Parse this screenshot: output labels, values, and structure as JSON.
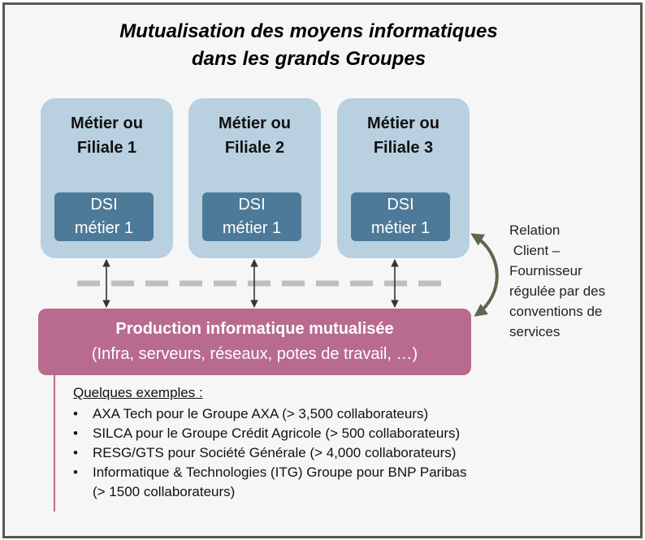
{
  "title": {
    "line1": "Mutualisation  des moyens informatiques",
    "line2": "dans les grands Groupes"
  },
  "cards": [
    {
      "title_line1": "Métier ou",
      "title_line2": "Filiale 1",
      "dsi_line1": "DSI",
      "dsi_line2": "métier 1"
    },
    {
      "title_line1": "Métier ou",
      "title_line2": "Filiale 2",
      "dsi_line1": "DSI",
      "dsi_line2": "métier 1"
    },
    {
      "title_line1": "Métier ou",
      "title_line2": "Filiale 3",
      "dsi_line1": "DSI",
      "dsi_line2": "métier 1"
    }
  ],
  "production": {
    "title": "Production  informatique mutualisée",
    "subtitle": "(Infra, serveurs, réseaux, potes de travail, …)"
  },
  "relation": {
    "text": "Relation\n Client –\nFournisseur\nrégulée par des\nconventions de\nservices"
  },
  "examples": {
    "title": "Quelques exemples :",
    "items": [
      "AXA Tech pour le Groupe AXA (> 3,500 collaborateurs)",
      "SILCA pour le Groupe Crédit Agricole (> 500 collaborateurs)",
      "RESG/GTS pour Société Générale (> 4,000 collaborateurs)",
      "Informatique & Technologies (ITG) Groupe pour BNP Paribas",
      "(> 1500 collaborateurs)"
    ]
  },
  "colors": {
    "card_bg": "#b8d0e0",
    "dsi_bg": "#4d7a99",
    "production_bg": "#b86b8f",
    "curved_arrow": "#5f6650",
    "dashed_line": "#bfbfbf"
  }
}
